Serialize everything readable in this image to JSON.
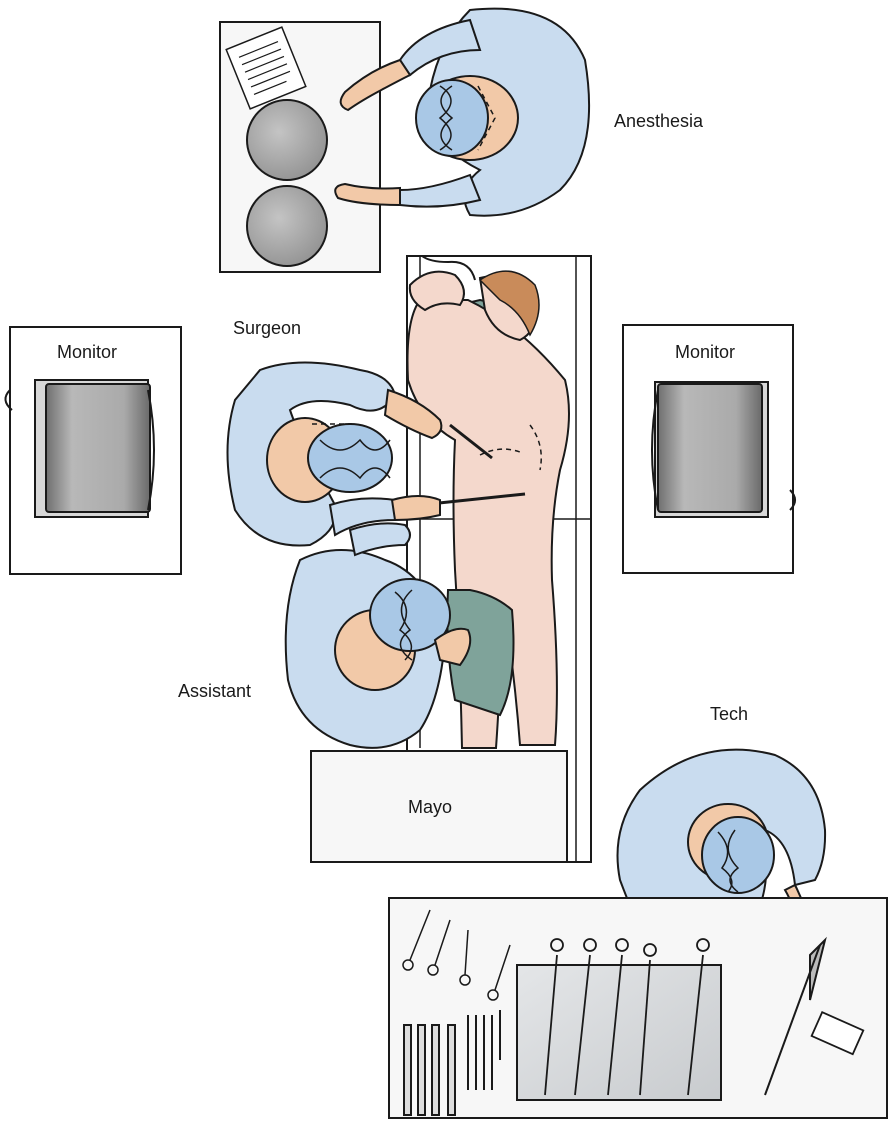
{
  "labels": {
    "anesthesia": "Anesthesia",
    "surgeon": "Surgeon",
    "monitor_left": "Monitor",
    "monitor_right": "Monitor",
    "assistant": "Assistant",
    "tech": "Tech",
    "mayo": "Mayo"
  },
  "colors": {
    "gown": "#c9dcef",
    "mask": "#a9c8e6",
    "skin": "#f2c9a8",
    "patient_skin": "#f4d8cc",
    "drape": "#7fa39a",
    "screen": "#9e9e9e",
    "tray": "#eef0f1",
    "outline": "#1a1a1a"
  }
}
